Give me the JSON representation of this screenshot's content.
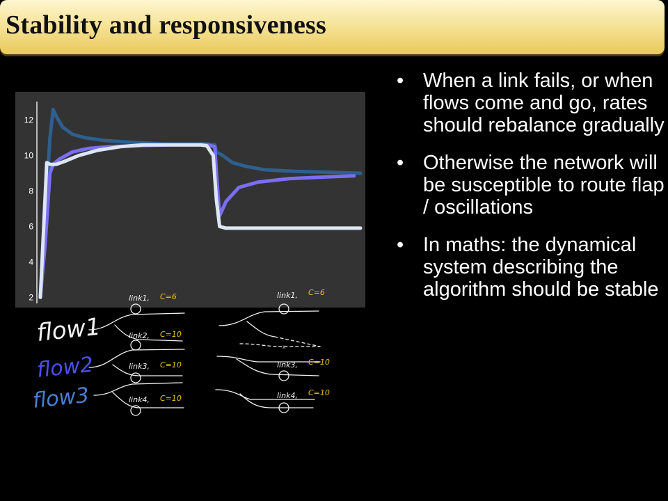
{
  "slide": {
    "title": "Stability and responsiveness",
    "bullets": [
      "When a link fails, or when flows come and go, rates should rebalance gradually",
      "Otherwise the network will be susceptible to route flap / oscillations",
      "In maths: the dynamical system describing the algorithm should be stable"
    ],
    "bullet_glyph": "•"
  },
  "chart_data": {
    "type": "line",
    "ylim": [
      1.5,
      13.2
    ],
    "yticks": [
      "12",
      "10",
      "8",
      "6",
      "4",
      "2"
    ],
    "ytick_values": [
      12,
      10,
      8,
      6,
      4,
      2
    ],
    "xlim": [
      0,
      100
    ],
    "grid": false,
    "background": "#333333",
    "series": [
      {
        "color": "#2e5f8f",
        "x": [
          0,
          3,
          4,
          5,
          7,
          10,
          14,
          20,
          28,
          38,
          48,
          52,
          54.5,
          55,
          57,
          60,
          64,
          70,
          80,
          92,
          100
        ],
        "y": [
          2,
          11,
          12.6,
          12.2,
          11.6,
          11.2,
          11,
          10.85,
          10.75,
          10.65,
          10.65,
          10.65,
          10.6,
          10.2,
          10,
          9.6,
          9.4,
          9.2,
          9.1,
          9.05,
          9.0
        ]
      },
      {
        "color": "#7b6ef0",
        "x": [
          0,
          1.5,
          3,
          4,
          6,
          10,
          15,
          22,
          30,
          40,
          52,
          54.5,
          55,
          56,
          58,
          62,
          68,
          78,
          90,
          98
        ],
        "y": [
          2,
          5,
          9,
          9.5,
          9.8,
          10.2,
          10.4,
          10.5,
          10.55,
          10.6,
          10.6,
          10.5,
          9,
          6.6,
          7.4,
          8.2,
          8.5,
          8.7,
          8.8,
          8.85
        ]
      },
      {
        "color": "#dde6f5",
        "x": [
          0,
          2,
          3,
          5,
          8,
          12,
          18,
          25,
          32,
          40,
          50,
          52,
          54,
          55,
          56,
          58,
          70,
          85,
          100
        ],
        "y": [
          2,
          9.6,
          9.5,
          9.5,
          9.7,
          10,
          10.3,
          10.5,
          10.6,
          10.6,
          10.6,
          10.55,
          10,
          7.5,
          6.0,
          5.9,
          5.9,
          5.9,
          5.9
        ]
      }
    ]
  },
  "sketch": {
    "color": "#f2f2f2",
    "flow_labels": [
      {
        "text": "flow1",
        "color": "#f2f2f2"
      },
      {
        "text": "flow2",
        "color": "#4a4ff0"
      },
      {
        "text": "flow3",
        "color": "#4a7fd0"
      }
    ],
    "capacity_color": "#f0c020",
    "left_links": [
      {
        "link": "link1,",
        "cap": "C=6"
      },
      {
        "link": "link2,",
        "cap": "C=10"
      },
      {
        "link": "link3,",
        "cap": "C=10"
      },
      {
        "link": "link4,",
        "cap": "C=10"
      }
    ],
    "right_links": [
      {
        "link": "link1,",
        "cap": "C=6"
      },
      {
        "link": "link3,",
        "cap": "C=10"
      },
      {
        "link": "link4,",
        "cap": "C=10"
      }
    ]
  }
}
